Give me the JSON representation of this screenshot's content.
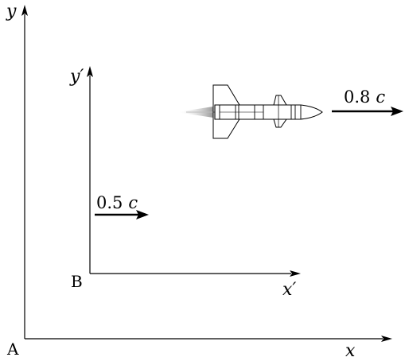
{
  "frame_a": {
    "origin_label": "A",
    "x_axis_label": "x",
    "y_axis_label": "y"
  },
  "frame_b": {
    "origin_label": "B",
    "x_axis_label": "x′",
    "y_axis_label": "y′",
    "velocity": {
      "value": "0.5",
      "unit": "c"
    }
  },
  "rocket": {
    "velocity": {
      "value": "0.8",
      "unit": "c"
    }
  },
  "colors": {
    "ink": "#000000",
    "exhaust": "#9a9a9a"
  }
}
